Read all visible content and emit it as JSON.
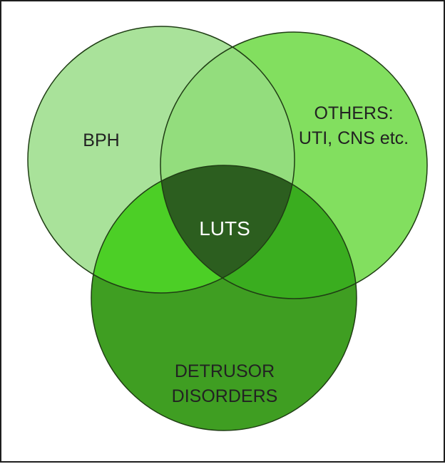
{
  "diagram": {
    "type": "venn",
    "sets": [
      {
        "id": "bph",
        "label": "BPH",
        "color": "#a9e29a"
      },
      {
        "id": "others",
        "label_lines": [
          "OTHERS:",
          "UTI, CNS etc."
        ],
        "color": "#82df5f"
      },
      {
        "id": "detrusor",
        "label_lines": [
          "DETRUSOR",
          "DISORDERS"
        ],
        "color": "#3f9e22"
      }
    ],
    "intersections": {
      "bph_others": {
        "color": "#93dd7d"
      },
      "bph_detrusor": {
        "color": "#4ccf26"
      },
      "others_detrusor": {
        "color": "#3aad1f"
      },
      "center": {
        "label": "LUTS",
        "color": "#2c5e1f"
      }
    },
    "outline_color": "#1f3d14"
  }
}
